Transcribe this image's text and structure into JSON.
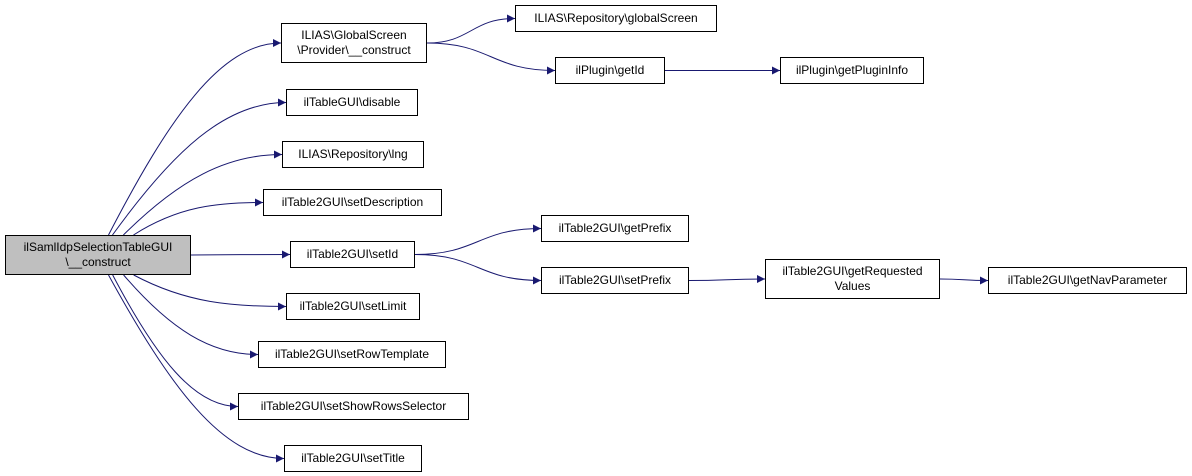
{
  "colors": {
    "edge": "#191970",
    "root_fill": "#bfbfbf",
    "node_fill": "#ffffff",
    "border": "#000000"
  },
  "nodes": [
    {
      "id": "root",
      "lines": [
        "ilSamlIdpSelectionTableGUI",
        "\\__construct"
      ]
    },
    {
      "id": "gs_construct",
      "lines": [
        "ILIAS\\GlobalScreen",
        "\\Provider\\__construct"
      ]
    },
    {
      "id": "repo_globalscreen",
      "lines": [
        "ILIAS\\Repository\\globalScreen"
      ]
    },
    {
      "id": "plugin_getid",
      "lines": [
        "ilPlugin\\getId"
      ]
    },
    {
      "id": "plugin_getplugininfo",
      "lines": [
        "ilPlugin\\getPluginInfo"
      ]
    },
    {
      "id": "tablegui_disable",
      "lines": [
        "ilTableGUI\\disable"
      ]
    },
    {
      "id": "repo_lng",
      "lines": [
        "ILIAS\\Repository\\lng"
      ]
    },
    {
      "id": "t2_setdescription",
      "lines": [
        "ilTable2GUI\\setDescription"
      ]
    },
    {
      "id": "t2_setid",
      "lines": [
        "ilTable2GUI\\setId"
      ]
    },
    {
      "id": "t2_getprefix",
      "lines": [
        "ilTable2GUI\\getPrefix"
      ]
    },
    {
      "id": "t2_setprefix",
      "lines": [
        "ilTable2GUI\\setPrefix"
      ]
    },
    {
      "id": "t2_getrequested",
      "lines": [
        "ilTable2GUI\\getRequested",
        "Values"
      ]
    },
    {
      "id": "t2_getnavparam",
      "lines": [
        "ilTable2GUI\\getNavParameter"
      ]
    },
    {
      "id": "t2_setlimit",
      "lines": [
        "ilTable2GUI\\setLimit"
      ]
    },
    {
      "id": "t2_setrowtemplate",
      "lines": [
        "ilTable2GUI\\setRowTemplate"
      ]
    },
    {
      "id": "t2_setshowrows",
      "lines": [
        "ilTable2GUI\\setShowRowsSelector"
      ]
    },
    {
      "id": "t2_settitle",
      "lines": [
        "ilTable2GUI\\setTitle"
      ]
    }
  ],
  "edges": [
    {
      "from": "root",
      "to": "gs_construct"
    },
    {
      "from": "root",
      "to": "tablegui_disable"
    },
    {
      "from": "root",
      "to": "repo_lng"
    },
    {
      "from": "root",
      "to": "t2_setdescription"
    },
    {
      "from": "root",
      "to": "t2_setid"
    },
    {
      "from": "root",
      "to": "t2_setlimit"
    },
    {
      "from": "root",
      "to": "t2_setrowtemplate"
    },
    {
      "from": "root",
      "to": "t2_setshowrows"
    },
    {
      "from": "root",
      "to": "t2_settitle"
    },
    {
      "from": "gs_construct",
      "to": "repo_globalscreen"
    },
    {
      "from": "gs_construct",
      "to": "plugin_getid"
    },
    {
      "from": "plugin_getid",
      "to": "plugin_getplugininfo"
    },
    {
      "from": "t2_setid",
      "to": "t2_getprefix"
    },
    {
      "from": "t2_setid",
      "to": "t2_setprefix"
    },
    {
      "from": "t2_setprefix",
      "to": "t2_getrequested"
    },
    {
      "from": "t2_getrequested",
      "to": "t2_getnavparam"
    }
  ]
}
